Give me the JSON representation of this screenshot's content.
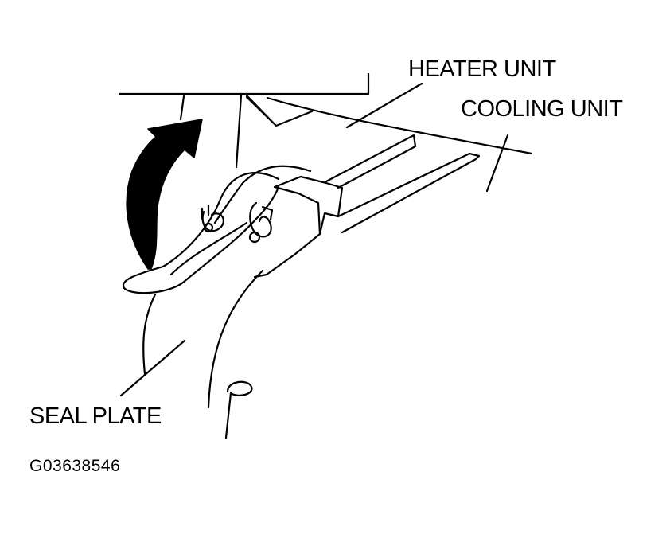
{
  "labels": {
    "heater_unit": "HEATER UNIT",
    "cooling_unit": "COOLING UNIT",
    "seal_plate": "SEAL PLATE",
    "figure_code": "G03638546"
  },
  "colors": {
    "ink": "#000000",
    "background": "#ffffff"
  }
}
